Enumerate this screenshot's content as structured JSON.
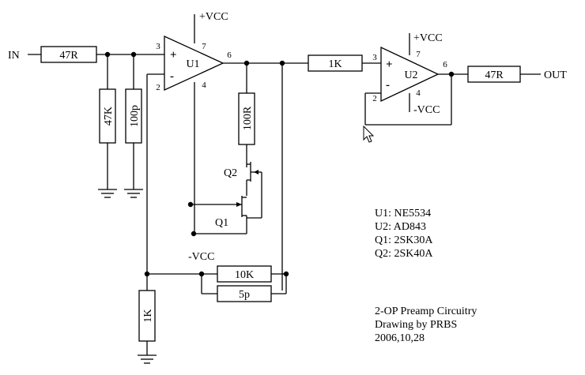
{
  "labels": {
    "in": "IN",
    "out": "OUT",
    "vcc_pos": "+VCC",
    "vcc_neg_u2": "-VCC",
    "vcc_neg_main": "-VCC",
    "plus": "+",
    "minus": "-"
  },
  "components": {
    "r_in": "47R",
    "r_shunt": "47K",
    "c_shunt": "100p",
    "r_series": "1K",
    "r_drain": "100R",
    "r_fb": "10K",
    "c_fb": "5p",
    "r_gnd": "1K",
    "r_out": "47R"
  },
  "u1": {
    "name": "U1",
    "pin_plus": "3",
    "pin_minus": "2",
    "pin_vcc": "7",
    "pin_vee": "4",
    "pin_out": "6"
  },
  "u2": {
    "name": "U2",
    "pin_plus": "3",
    "pin_minus": "2",
    "pin_vcc": "7",
    "pin_vee": "4",
    "pin_out": "6"
  },
  "q1": "Q1",
  "q2": "Q2",
  "parts_list": [
    "U1: NE5534",
    "U2: AD843",
    "Q1: 2SK30A",
    "Q2: 2SK40A"
  ],
  "title_block": [
    "2-OP Preamp Circuitry",
    "Drawing by PRBS",
    "2006,10,28"
  ]
}
